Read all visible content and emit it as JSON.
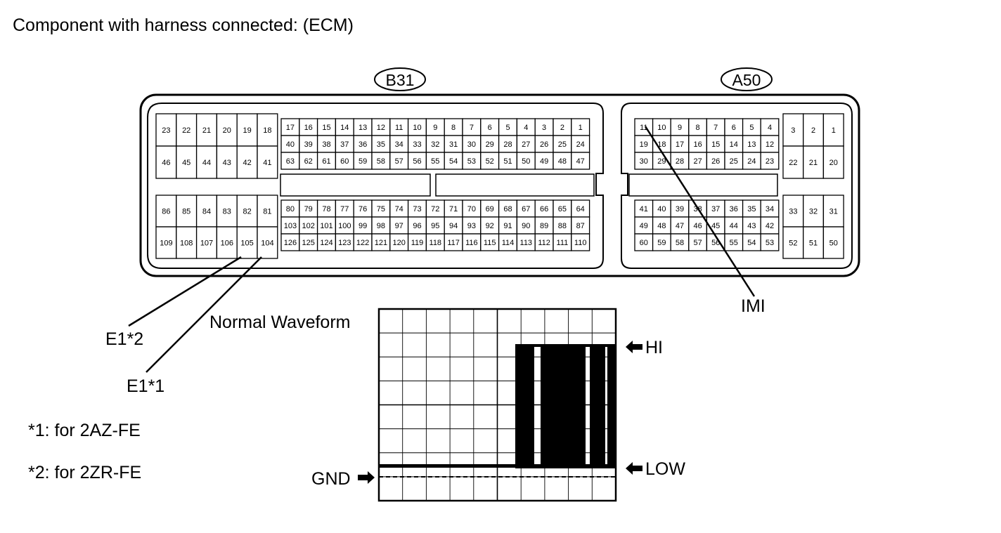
{
  "header": {
    "title": "Component with harness connected: (ECM)"
  },
  "connectors": {
    "b31": {
      "name": "B31"
    },
    "a50": {
      "name": "A50"
    }
  },
  "callouts": {
    "e1_2": "E1*2",
    "e1_1": "E1*1",
    "imi": "IMI"
  },
  "notes": {
    "note1": "*1: for 2AZ-FE",
    "note2": "*2: for 2ZR-FE"
  },
  "waveform": {
    "title": "Normal Waveform",
    "hi_label": "HI",
    "low_label": "LOW",
    "gnd_label": "GND"
  },
  "pins": {
    "b31_upper_left": [
      [
        "23",
        "22",
        "21",
        "20",
        "19",
        "18"
      ],
      [
        "46",
        "45",
        "44",
        "43",
        "42",
        "41"
      ]
    ],
    "b31_upper_main": [
      [
        "17",
        "16",
        "15",
        "14",
        "13",
        "12",
        "11",
        "10",
        "9",
        "8",
        "7",
        "6",
        "5",
        "4",
        "3",
        "2",
        "1"
      ],
      [
        "40",
        "39",
        "38",
        "37",
        "36",
        "35",
        "34",
        "33",
        "32",
        "31",
        "30",
        "29",
        "28",
        "27",
        "26",
        "25",
        "24"
      ],
      [
        "63",
        "62",
        "61",
        "60",
        "59",
        "58",
        "57",
        "56",
        "55",
        "54",
        "53",
        "52",
        "51",
        "50",
        "49",
        "48",
        "47"
      ]
    ],
    "b31_lower_left": [
      [
        "86",
        "85",
        "84",
        "83",
        "82",
        "81"
      ],
      [
        "109",
        "108",
        "107",
        "106",
        "105",
        "104"
      ]
    ],
    "b31_lower_main": [
      [
        "80",
        "79",
        "78",
        "77",
        "76",
        "75",
        "74",
        "73",
        "72",
        "71",
        "70",
        "69",
        "68",
        "67",
        "66",
        "65",
        "64"
      ],
      [
        "103",
        "102",
        "101",
        "100",
        "99",
        "98",
        "97",
        "96",
        "95",
        "94",
        "93",
        "92",
        "91",
        "90",
        "89",
        "88",
        "87"
      ],
      [
        "126",
        "125",
        "124",
        "123",
        "122",
        "121",
        "120",
        "119",
        "118",
        "117",
        "116",
        "115",
        "114",
        "113",
        "112",
        "111",
        "110"
      ]
    ],
    "a50_upper_main": [
      [
        "11",
        "10",
        "9",
        "8",
        "7",
        "6",
        "5",
        "4"
      ],
      [
        "19",
        "18",
        "17",
        "16",
        "15",
        "14",
        "13",
        "12"
      ],
      [
        "30",
        "29",
        "28",
        "27",
        "26",
        "25",
        "24",
        "23"
      ]
    ],
    "a50_upper_right": [
      [
        "3",
        "2",
        "1"
      ],
      [
        "22",
        "21",
        "20"
      ]
    ],
    "a50_lower_main": [
      [
        "41",
        "40",
        "39",
        "38",
        "37",
        "36",
        "35",
        "34"
      ],
      [
        "49",
        "48",
        "47",
        "46",
        "45",
        "44",
        "43",
        "42"
      ],
      [
        "60",
        "59",
        "58",
        "57",
        "56",
        "55",
        "54",
        "53"
      ]
    ],
    "a50_lower_right": [
      [
        "33",
        "32",
        "31"
      ],
      [
        "52",
        "51",
        "50"
      ]
    ]
  }
}
